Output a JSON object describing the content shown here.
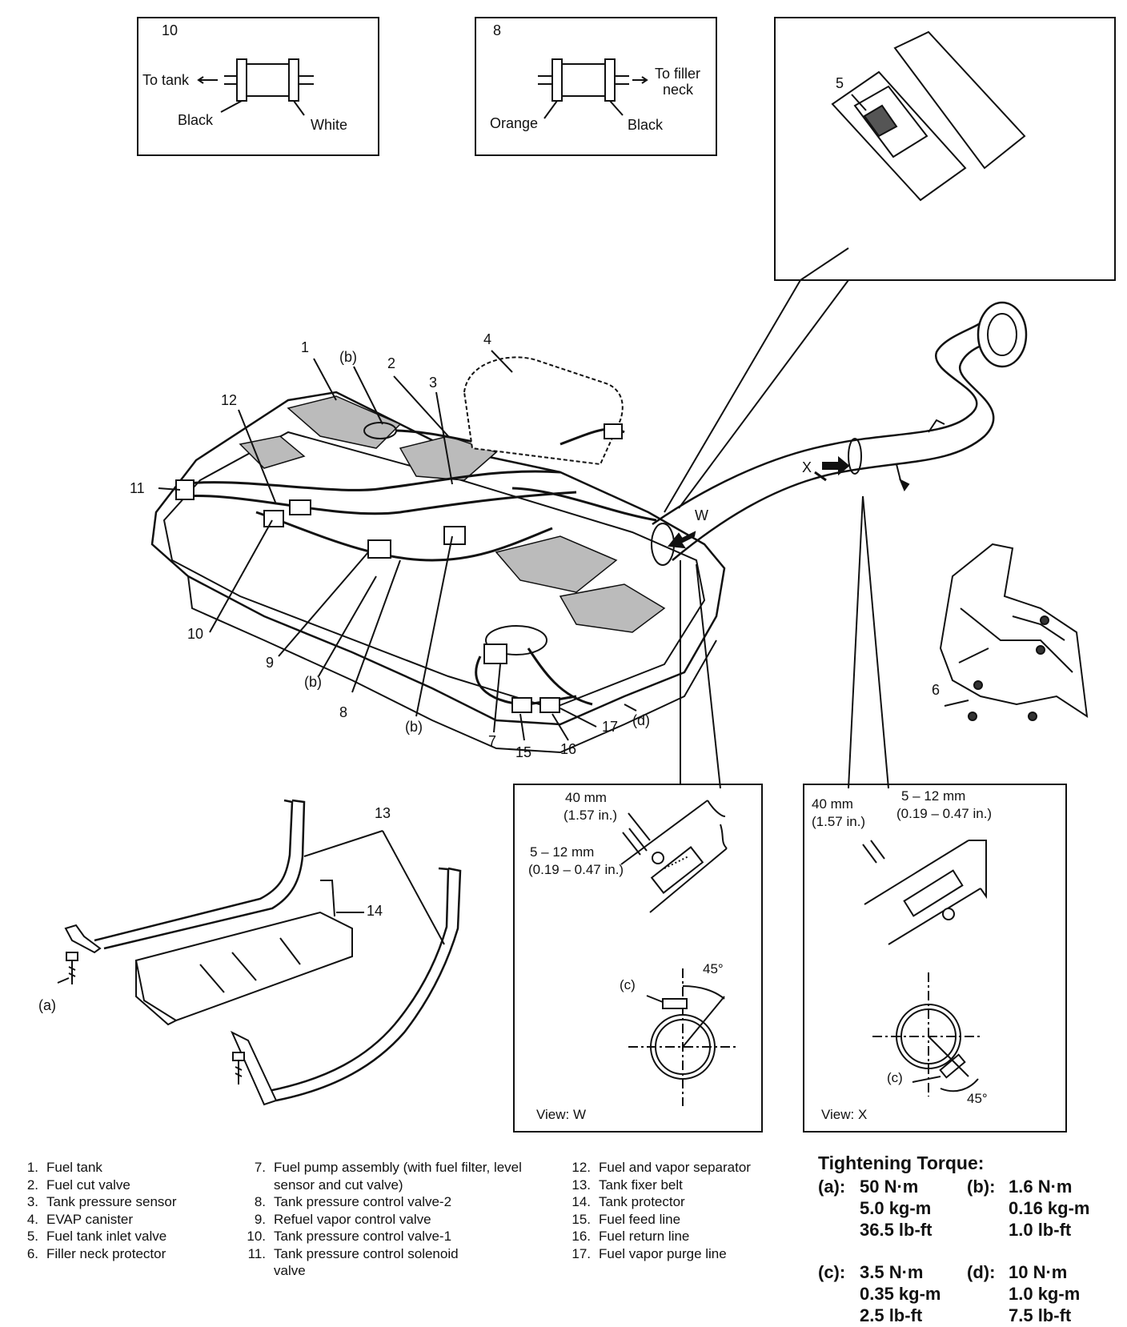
{
  "insets": {
    "box10": {
      "id": "10",
      "to_tank": "To tank",
      "black": "Black",
      "white": "White"
    },
    "box8": {
      "id": "8",
      "to_filler_1": "To filler",
      "to_filler_2": "neck",
      "orange": "Orange",
      "black": "Black"
    },
    "box5": {
      "id": "5"
    }
  },
  "callouts": {
    "n1": "1",
    "n2": "2",
    "n3": "3",
    "n4": "4",
    "n6": "6",
    "n7": "7",
    "n8": "8",
    "n9": "9",
    "n10": "10",
    "n11": "11",
    "n12": "12",
    "n13": "13",
    "n14": "14",
    "n15": "15",
    "n16": "16",
    "n17": "17",
    "b": "(b)",
    "d": "(d)",
    "a": "(a)",
    "x": "X",
    "w": "W"
  },
  "view_w": {
    "dim1": "40 mm",
    "dim1_in": "(1.57 in.)",
    "dim2": "5 – 12 mm",
    "dim2_in": "(0.19 – 0.47 in.)",
    "angle": "45°",
    "clamp": "(c)",
    "caption": "View: W"
  },
  "view_x": {
    "dim1": "40 mm",
    "dim1_in": "(1.57 in.)",
    "dim2": "5 – 12 mm",
    "dim2_in": "(0.19 – 0.47 in.)",
    "angle": "45°",
    "clamp": "(c)",
    "caption": "View: X"
  },
  "legend": {
    "col1": [
      {
        "n": "1.",
        "t": "Fuel tank"
      },
      {
        "n": "2.",
        "t": "Fuel cut valve"
      },
      {
        "n": "3.",
        "t": "Tank pressure sensor"
      },
      {
        "n": "4.",
        "t": "EVAP canister"
      },
      {
        "n": "5.",
        "t": "Fuel tank inlet valve"
      },
      {
        "n": "6.",
        "t": "Filler neck protector"
      }
    ],
    "col2": [
      {
        "n": "7.",
        "t": "Fuel pump assembly (with fuel filter, level sensor and cut valve)"
      },
      {
        "n": "8.",
        "t": "Tank pressure control valve-2"
      },
      {
        "n": "9.",
        "t": "Refuel vapor control valve"
      },
      {
        "n": "10.",
        "t": "Tank pressure control valve-1"
      },
      {
        "n": "11.",
        "t": "Tank pressure control solenoid valve"
      }
    ],
    "col3": [
      {
        "n": "12.",
        "t": "Fuel and vapor separator"
      },
      {
        "n": "13.",
        "t": "Tank fixer belt"
      },
      {
        "n": "14.",
        "t": "Tank protector"
      },
      {
        "n": "15.",
        "t": "Fuel feed line"
      },
      {
        "n": "16.",
        "t": "Fuel return line"
      },
      {
        "n": "17.",
        "t": "Fuel vapor purge line"
      }
    ]
  },
  "torque": {
    "title": "Tightening Torque:",
    "a": {
      "k": "(a):",
      "v": [
        "50 N·m",
        "5.0 kg-m",
        "36.5 lb-ft"
      ]
    },
    "b": {
      "k": "(b):",
      "v": [
        "1.6 N·m",
        "0.16 kg-m",
        "1.0 lb-ft"
      ]
    },
    "c": {
      "k": "(c):",
      "v": [
        "3.5 N·m",
        "0.35 kg-m",
        "2.5 lb-ft"
      ]
    },
    "d": {
      "k": "(d):",
      "v": [
        "10 N·m",
        "1.0 kg-m",
        "7.5 lb-ft"
      ]
    }
  }
}
